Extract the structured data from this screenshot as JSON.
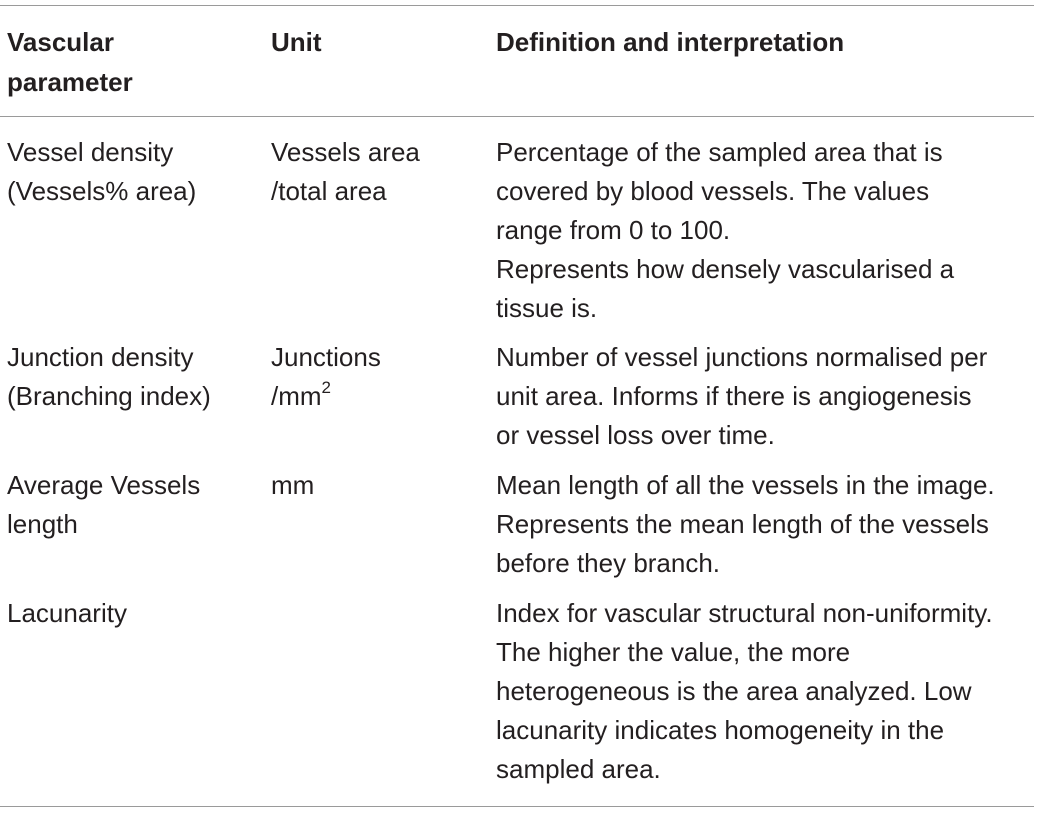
{
  "table": {
    "headers": {
      "parameter": "Vascular\nparameter",
      "unit": "Unit",
      "definition": "Definition and interpretation"
    },
    "rows": [
      {
        "parameter": "Vessel density\n(Vessels% area)",
        "unit": "Vessels area\n/total area",
        "definition": "Percentage of the sampled area that is\ncovered by blood vessels. The values\nrange from 0 to 100.\nRepresents how densely vascularised a\ntissue is."
      },
      {
        "parameter": "Junction density\n(Branching index)",
        "unit_main": "Junctions\n/mm",
        "unit_sup": "2",
        "definition": "Number of vessel junctions normalised per\nunit area. Informs if there is angiogenesis\nor vessel loss over time."
      },
      {
        "parameter": "Average Vessels\nlength",
        "unit": "mm",
        "definition": "Mean length of all the vessels in the image.\nRepresents the mean length of the vessels\nbefore they branch."
      },
      {
        "parameter": "Lacunarity",
        "unit": "",
        "definition": "Index for vascular structural non-uniformity.\nThe higher the value, the more\nheterogeneous is the area analyzed. Low\nlacunarity indicates homogeneity in the\nsampled area."
      }
    ]
  }
}
